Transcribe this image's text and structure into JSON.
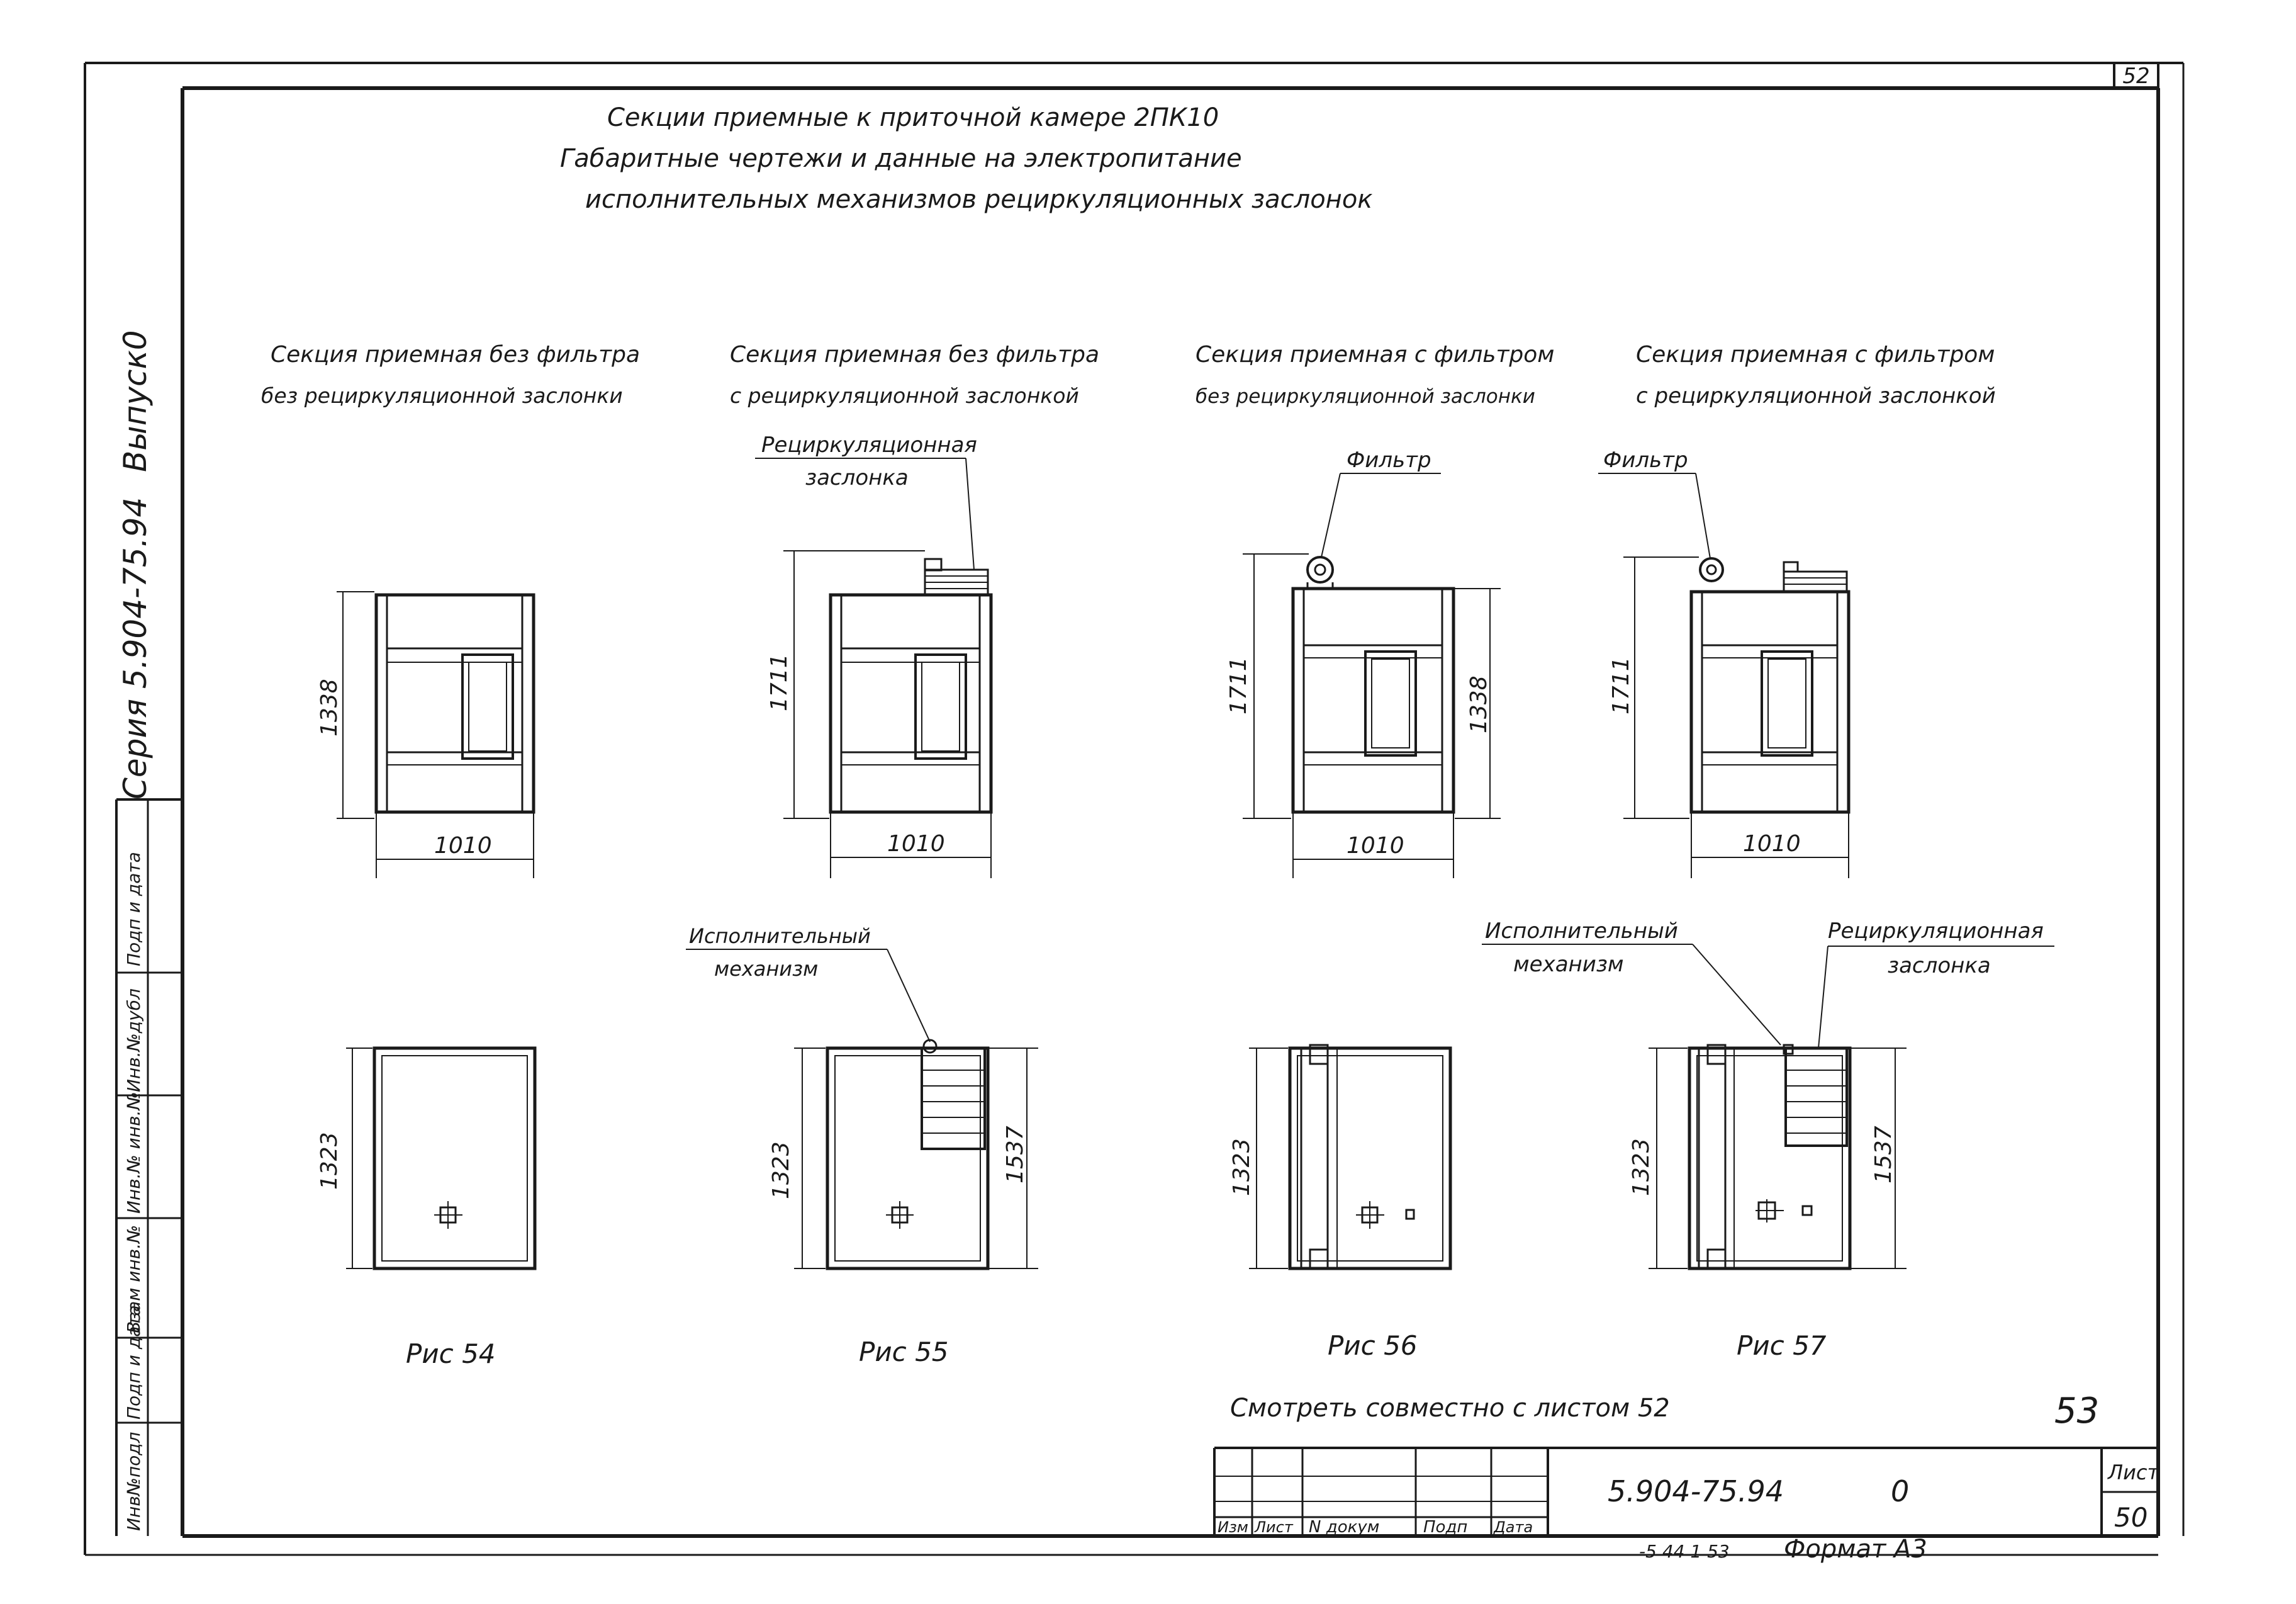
{
  "sheet_corner_number": "52",
  "title": {
    "line1": "Секции приемные к приточной камере 2ПК10",
    "line2": "Габаритные чертежи и данные на электропитание",
    "line3": "исполнительных механизмов рециркуляционных заслонок"
  },
  "side_label": {
    "series": "Серия 5.904-75.94",
    "issue": "Выпуск0"
  },
  "left_stamp": {
    "cells": [
      "Подп и дата",
      "Инв.№дубл",
      "Инв.№ инв.№",
      "Взам инв.№",
      "Подп и дата",
      "Инв№подл"
    ]
  },
  "sections": [
    {
      "title1": "Секция приемная без фильтра",
      "title2": "без рециркуляционной заслонки"
    },
    {
      "title1": "Секция приемная без фильтра",
      "title2": "с рециркуляционной заслонкой"
    },
    {
      "title1": "Секция приемная с фильтром",
      "title2": "без рециркуляционной заслонки"
    },
    {
      "title1": "Секция приемная с фильтром",
      "title2": "с рециркуляционной заслонкой"
    }
  ],
  "labels": {
    "recirc_damper_l1": "Рециркуляционная",
    "recirc_damper_l2": "заслонка",
    "filter": "Фильтр",
    "actuator_l1": "Исполнительный",
    "actuator_l2": "механизм"
  },
  "dims": {
    "h1338": "1338",
    "h1711": "1711",
    "w1010": "1010",
    "h1323": "1323",
    "h1537": "1537"
  },
  "figures": [
    "Рис 54",
    "Рис 55",
    "Рис 56",
    "Рис 57"
  ],
  "note": "Смотреть совместно с листом 52",
  "handwritten_page": "53",
  "title_block": {
    "headers": [
      "Изм",
      "Лист",
      "N докум",
      "Подп",
      "Дата"
    ],
    "doc_code": "5.904-75.94",
    "issue": "0",
    "sheet_label": "Лист",
    "sheet_number": "50",
    "format": "Формат А3",
    "footer_stamp": "-5 44 1 53"
  }
}
